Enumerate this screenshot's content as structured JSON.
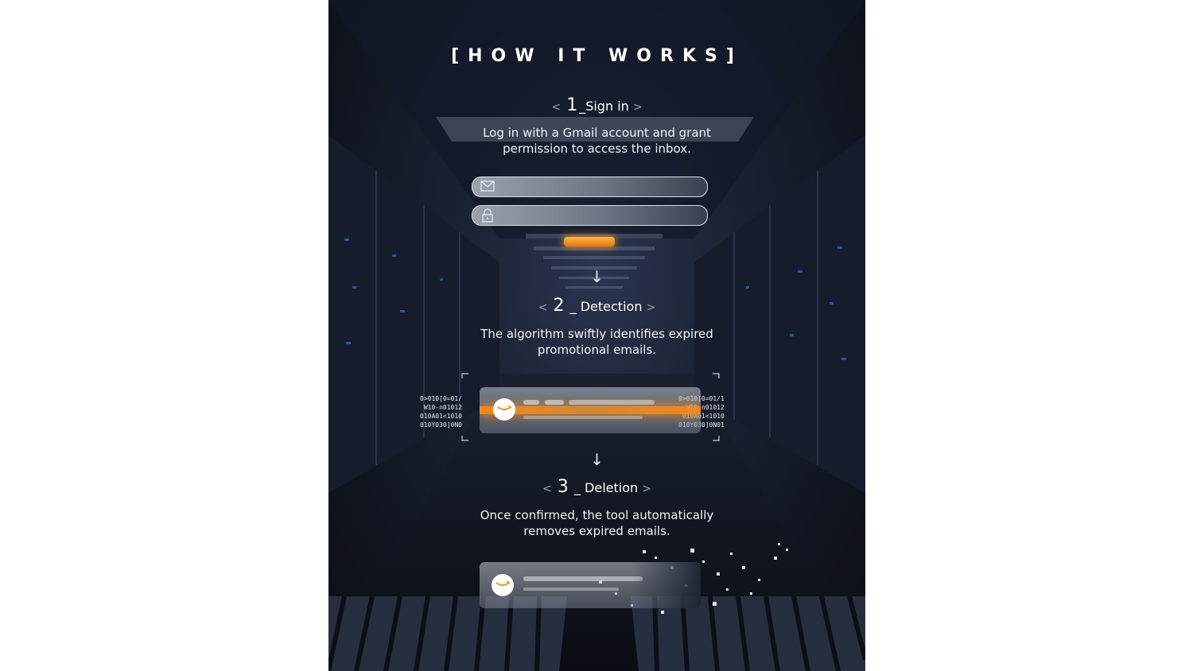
{
  "title": "[HOW IT WORKS]",
  "steps": [
    {
      "open": "<",
      "number": "1",
      "label": "_Sign in",
      "close": ">",
      "description_line1": "Log in with a Gmail account and grant",
      "description_line2": "permission to access the inbox."
    },
    {
      "open": "<",
      "number": "2",
      "label": "_ Detection",
      "close": ">",
      "description_line1": "The algorithm swiftly identifies expired",
      "description_line2": "promotional emails."
    },
    {
      "open": "<",
      "number": "3",
      "label": "_ Deletion",
      "close": ">",
      "description_line1": "Once confirmed, the tool automatically",
      "description_line2": "removes expired emails."
    }
  ],
  "arrows": [
    "↓",
    "↓"
  ],
  "code_left": "0>010[0=01/\nW10-n01012\n010A01<1010\n010Y030]0N0",
  "code_right": "0>010[0=01/1\nW10-n01012\n010A01<1010\n010Y030]0N01",
  "icons": {
    "email": "mail-icon",
    "password": "lock-icon",
    "logo": "smile-logo-icon"
  },
  "colors": {
    "accent": "#f0901c",
    "background": "#141a28",
    "text": "#ffffff"
  }
}
